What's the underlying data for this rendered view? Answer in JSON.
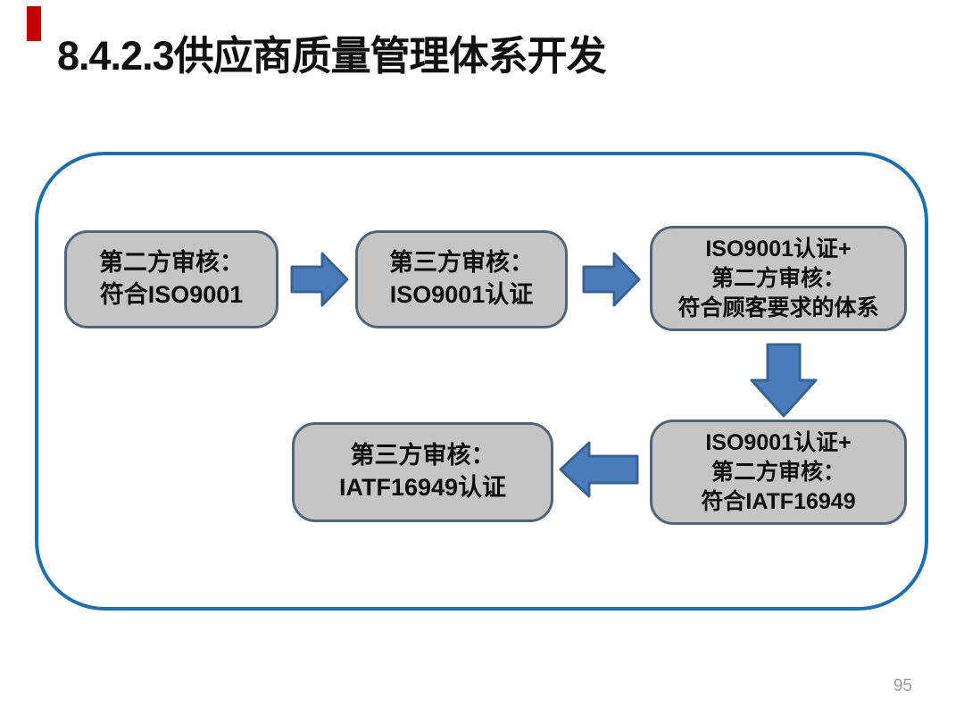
{
  "slide": {
    "title": "8.4.2.3供应商质量管理体系开发",
    "page_number": "95",
    "colors": {
      "accent_bar": "#c00000",
      "frame_border": "#1d6fad",
      "node_fill": "#c5c5c5",
      "node_border": "#52647a",
      "arrow_fill": "#4a7cbb",
      "arrow_border": "#3a628f",
      "title_text": "#111111",
      "node_text": "#0d0d0d",
      "page_number_text": "#9a9a9a"
    }
  },
  "diagram": {
    "nodes": [
      {
        "id": "second-party-audit-iso9001",
        "lines": [
          "第二方审核：",
          "符合ISO9001"
        ]
      },
      {
        "id": "third-party-audit-iso9001",
        "lines": [
          "第三方审核：",
          "ISO9001认证"
        ]
      },
      {
        "id": "iso9001-cert-plus-customer-system",
        "lines": [
          "ISO9001认证+",
          "第二方审核：",
          "符合顾客要求的体系"
        ]
      },
      {
        "id": "iso9001-cert-plus-iatf16949",
        "lines": [
          "ISO9001认证+",
          "第二方审核：",
          "符合IATF16949"
        ]
      },
      {
        "id": "third-party-audit-iatf16949",
        "lines": [
          "第三方审核：",
          "IATF16949认证"
        ]
      }
    ],
    "arrows": [
      {
        "id": "arrow-1",
        "direction": "right",
        "from": "second-party-audit-iso9001",
        "to": "third-party-audit-iso9001"
      },
      {
        "id": "arrow-2",
        "direction": "right",
        "from": "third-party-audit-iso9001",
        "to": "iso9001-cert-plus-customer-system"
      },
      {
        "id": "arrow-3",
        "direction": "down",
        "from": "iso9001-cert-plus-customer-system",
        "to": "iso9001-cert-plus-iatf16949"
      },
      {
        "id": "arrow-4",
        "direction": "left",
        "from": "iso9001-cert-plus-iatf16949",
        "to": "third-party-audit-iatf16949"
      }
    ]
  }
}
